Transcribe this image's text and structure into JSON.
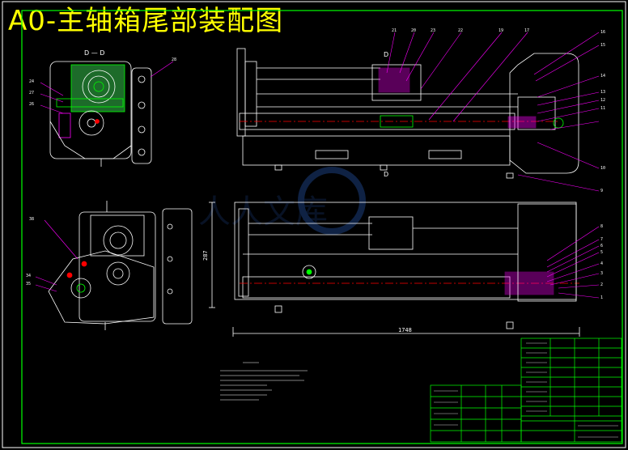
{
  "title": "A0-主轴箱尾部装配图",
  "section_labels": [
    "D — D",
    "D",
    "D"
  ],
  "dimensions": {
    "overall_length": "1748",
    "height": "287"
  },
  "part_numbers_left": [
    "28",
    "24",
    "27",
    "26",
    "38",
    "34",
    "35"
  ],
  "part_numbers_top": [
    "21",
    "20",
    "23",
    "22",
    "19",
    "17",
    "16",
    "15",
    "14",
    "13",
    "12",
    "11",
    "10",
    "9"
  ],
  "part_numbers_bottom": [
    "8",
    "7",
    "6",
    "5",
    "4",
    "3",
    "2",
    "1"
  ],
  "watermark": "人人文库",
  "colors": {
    "frame": "#00ff00",
    "drawing": "#ffffff",
    "leader": "#ff00ff",
    "title": "#ffff00"
  }
}
